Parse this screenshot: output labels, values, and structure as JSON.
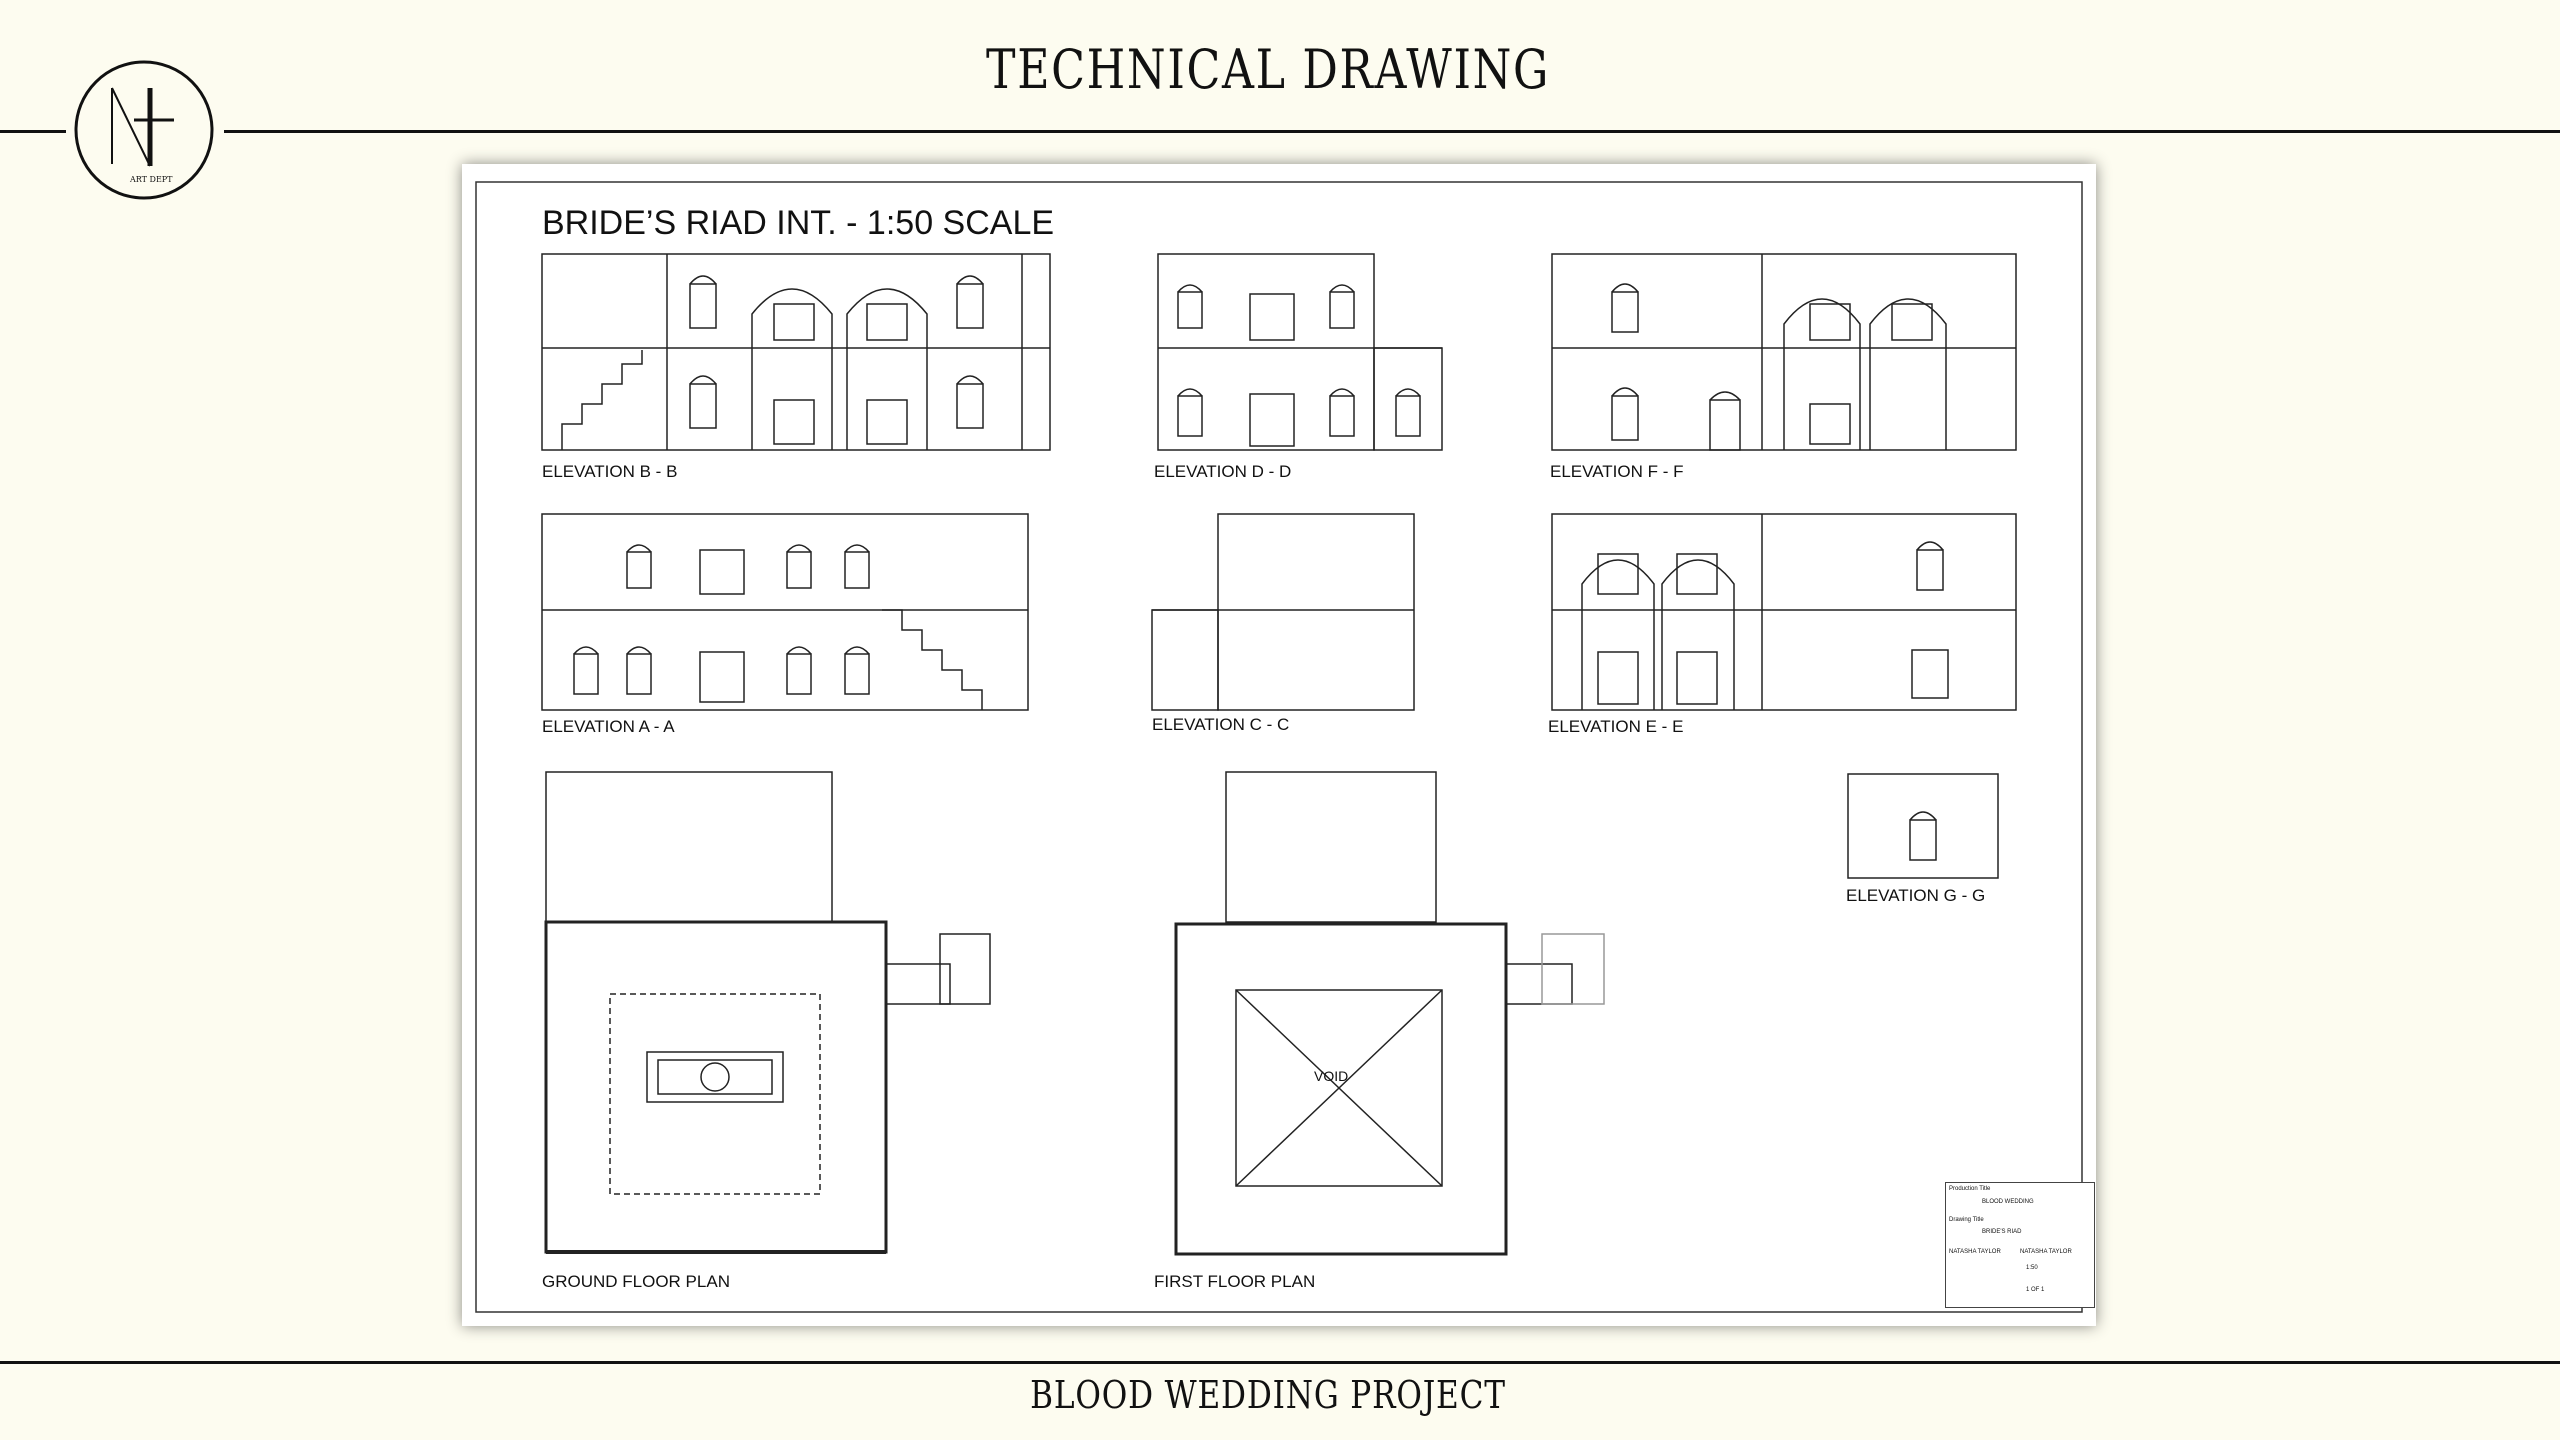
{
  "header": {
    "title": "TECHNICAL DRAWING",
    "logo_text": "ART DEPT",
    "logo_letters": "NT"
  },
  "footer": {
    "title": "BLOOD WEDDING PROJECT"
  },
  "sheet": {
    "title": "BRIDE’S RIAD INT. - 1:50 SCALE",
    "labels": {
      "elev_bb": "ELEVATION B - B",
      "elev_dd": "ELEVATION D - D",
      "elev_ff": "ELEVATION F - F",
      "elev_aa": "ELEVATION A - A",
      "elev_cc": "ELEVATION C - C",
      "elev_ee": "ELEVATION E - E",
      "elev_gg": "ELEVATION G - G",
      "ground": "GROUND FLOOR PLAN",
      "first": "FIRST FLOOR PLAN",
      "void": "VOID"
    },
    "title_block": {
      "production_label": "Production Title",
      "production": "BLOOD WEDDING",
      "drawing_label": "Drawing Title",
      "drawing": "BRIDE'S RIAD",
      "designer": "NATASHA TAYLOR",
      "drawn_by": "NATASHA TAYLOR",
      "scale": "1:50",
      "sheet": "1 OF 1"
    }
  },
  "colors": {
    "background": "#fdfcf0",
    "ink": "#111111",
    "sheet": "#ffffff"
  }
}
